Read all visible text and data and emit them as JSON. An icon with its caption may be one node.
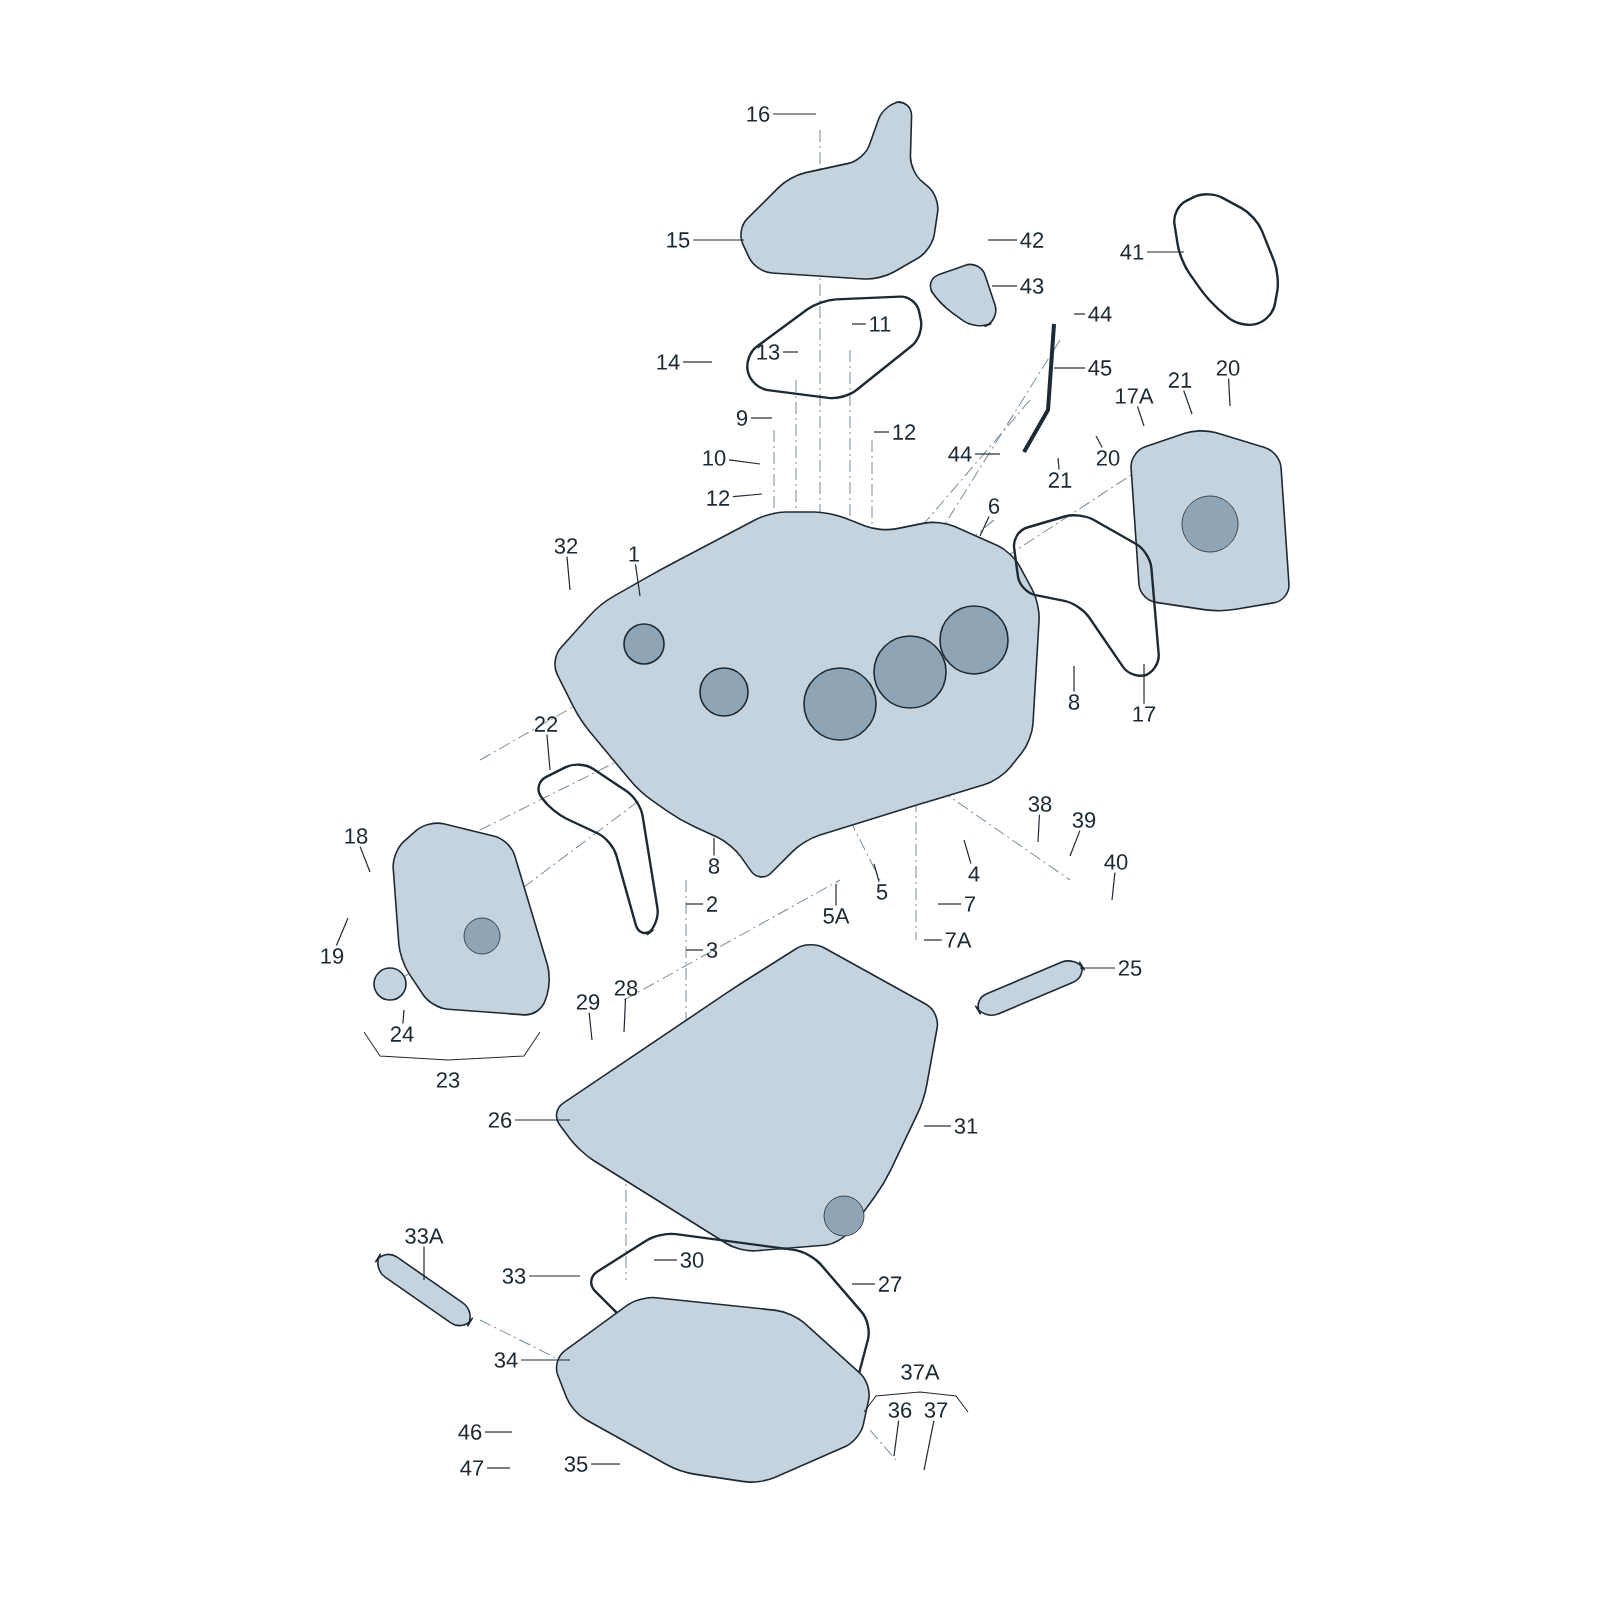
{
  "diagram": {
    "nodes": [
      {
        "text": [
          "16"
        ]
      },
      {
        "text": [
          "15"
        ]
      },
      {
        "text": [
          "42"
        ]
      },
      {
        "text": [
          "41"
        ]
      },
      {
        "text": [
          "43"
        ]
      },
      {
        "text": [
          "44"
        ]
      },
      {
        "text": [
          "11"
        ]
      },
      {
        "text": [
          "13"
        ]
      },
      {
        "text": [
          "14"
        ]
      },
      {
        "text": [
          "45"
        ]
      },
      {
        "text": [
          "20"
        ]
      },
      {
        "text": [
          "21"
        ]
      },
      {
        "text": [
          "17A"
        ]
      },
      {
        "text": [
          "9"
        ]
      },
      {
        "text": [
          "12"
        ]
      },
      {
        "text": [
          "44"
        ]
      },
      {
        "text": [
          "10"
        ]
      },
      {
        "text": [
          "20"
        ]
      },
      {
        "text": [
          "21"
        ]
      },
      {
        "text": [
          "12"
        ]
      },
      {
        "text": [
          "6"
        ]
      },
      {
        "text": [
          "32"
        ]
      },
      {
        "text": [
          "1"
        ]
      },
      {
        "text": [
          "8"
        ]
      },
      {
        "text": [
          "17"
        ]
      },
      {
        "text": [
          "22"
        ]
      },
      {
        "text": [
          "38"
        ]
      },
      {
        "text": [
          "39"
        ]
      },
      {
        "text": [
          "18"
        ]
      },
      {
        "text": [
          "40"
        ]
      },
      {
        "text": [
          "8"
        ]
      },
      {
        "text": [
          "4"
        ]
      },
      {
        "text": [
          "5"
        ]
      },
      {
        "text": [
          "2"
        ]
      },
      {
        "text": [
          "7"
        ]
      },
      {
        "text": [
          "5A"
        ]
      },
      {
        "text": [
          "7A"
        ]
      },
      {
        "text": [
          "3"
        ]
      },
      {
        "text": [
          "19"
        ]
      },
      {
        "text": [
          "25"
        ]
      },
      {
        "text": [
          "28"
        ]
      },
      {
        "text": [
          "29"
        ]
      },
      {
        "text": [
          "24"
        ]
      },
      {
        "text": [
          "23"
        ]
      },
      {
        "text": [
          "26"
        ]
      },
      {
        "text": [
          "31"
        ]
      },
      {
        "text": [
          "33A"
        ]
      },
      {
        "text": [
          "30"
        ]
      },
      {
        "text": [
          "33"
        ]
      },
      {
        "text": [
          "27"
        ]
      },
      {
        "text": [
          "34"
        ]
      },
      {
        "text": [
          "37A"
        ]
      },
      {
        "text": [
          "36"
        ]
      },
      {
        "text": [
          "37"
        ]
      },
      {
        "text": [
          "46"
        ]
      },
      {
        "text": [
          "35"
        ]
      },
      {
        "text": [
          "47"
        ]
      }
    ],
    "edges": [
      {
        "from": 0,
        "to": null,
        "arrow": "none"
      },
      {
        "from": 1,
        "to": null,
        "arrow": "none"
      },
      {
        "from": 2,
        "to": null,
        "arrow": "none"
      },
      {
        "from": 3,
        "to": null,
        "arrow": "none"
      },
      {
        "from": 4,
        "to": null,
        "arrow": "none"
      },
      {
        "from": 5,
        "to": null,
        "arrow": "none"
      },
      {
        "from": 6,
        "to": null,
        "arrow": "none"
      },
      {
        "from": 7,
        "to": null,
        "arrow": "none"
      },
      {
        "from": 8,
        "to": null,
        "arrow": "none"
      },
      {
        "from": 9,
        "to": null,
        "arrow": "none"
      },
      {
        "from": 10,
        "to": null,
        "arrow": "none"
      },
      {
        "from": 11,
        "to": null,
        "arrow": "none"
      },
      {
        "from": 12,
        "to": null,
        "arrow": "none"
      },
      {
        "from": 13,
        "to": null,
        "arrow": "none"
      },
      {
        "from": 14,
        "to": null,
        "arrow": "none"
      },
      {
        "from": 15,
        "to": null,
        "arrow": "none"
      },
      {
        "from": 16,
        "to": null,
        "arrow": "none"
      },
      {
        "from": 17,
        "to": null,
        "arrow": "none"
      },
      {
        "from": 18,
        "to": null,
        "arrow": "none"
      },
      {
        "from": 19,
        "to": null,
        "arrow": "none"
      },
      {
        "from": 20,
        "to": null,
        "arrow": "none"
      },
      {
        "from": 21,
        "to": null,
        "arrow": "none"
      },
      {
        "from": 22,
        "to": null,
        "arrow": "none"
      },
      {
        "from": 23,
        "to": null,
        "arrow": "none"
      },
      {
        "from": 24,
        "to": null,
        "arrow": "none"
      },
      {
        "from": 25,
        "to": null,
        "arrow": "none"
      },
      {
        "from": 26,
        "to": null,
        "arrow": "none"
      },
      {
        "from": 27,
        "to": null,
        "arrow": "none"
      },
      {
        "from": 28,
        "to": null,
        "arrow": "none"
      },
      {
        "from": 29,
        "to": null,
        "arrow": "none"
      },
      {
        "from": 30,
        "to": null,
        "arrow": "none"
      },
      {
        "from": 31,
        "to": null,
        "arrow": "none"
      },
      {
        "from": 32,
        "to": null,
        "arrow": "none"
      },
      {
        "from": 33,
        "to": null,
        "arrow": "none"
      },
      {
        "from": 34,
        "to": null,
        "arrow": "none"
      },
      {
        "from": 35,
        "to": null,
        "arrow": "none"
      },
      {
        "from": 36,
        "to": null,
        "arrow": "none"
      },
      {
        "from": 37,
        "to": null,
        "arrow": "none"
      },
      {
        "from": 38,
        "to": null,
        "arrow": "none"
      },
      {
        "from": 39,
        "to": null,
        "arrow": "none"
      },
      {
        "from": 40,
        "to": null,
        "arrow": "none"
      },
      {
        "from": 41,
        "to": null,
        "arrow": "none"
      },
      {
        "from": 42,
        "to": null,
        "arrow": "none"
      },
      {
        "from": 44,
        "to": null,
        "arrow": "none"
      },
      {
        "from": 45,
        "to": null,
        "arrow": "none"
      },
      {
        "from": 46,
        "to": null,
        "arrow": "none"
      },
      {
        "from": 47,
        "to": null,
        "arrow": "none"
      },
      {
        "from": 48,
        "to": null,
        "arrow": "none"
      },
      {
        "from": 49,
        "to": null,
        "arrow": "none"
      },
      {
        "from": 50,
        "to": null,
        "arrow": "none"
      },
      {
        "from": 52,
        "to": null,
        "arrow": "none"
      },
      {
        "from": 53,
        "to": null,
        "arrow": "none"
      },
      {
        "from": 54,
        "to": null,
        "arrow": "none"
      },
      {
        "from": 55,
        "to": null,
        "arrow": "none"
      },
      {
        "from": 56,
        "to": null,
        "arrow": "none"
      }
    ]
  }
}
